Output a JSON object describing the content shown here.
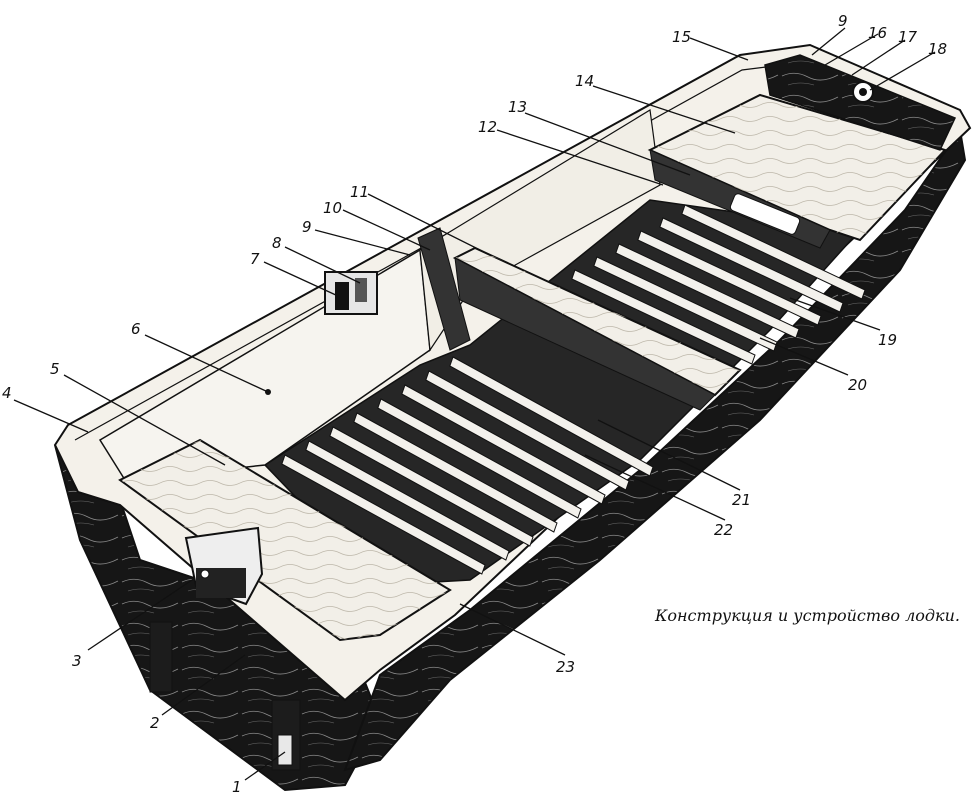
{
  "caption": "Конструкция и устройство лодки.",
  "callouts": [
    "1",
    "2",
    "3",
    "4",
    "5",
    "6",
    "7",
    "8",
    "9",
    "10",
    "11",
    "12",
    "13",
    "14",
    "15",
    "9",
    "16",
    "17",
    "18",
    "19",
    "20",
    "21",
    "22",
    "23"
  ],
  "colors": {
    "ink": "#111111",
    "paper": "#ffffff",
    "hull_dark": "#161616",
    "wood": "#f2efe8"
  }
}
